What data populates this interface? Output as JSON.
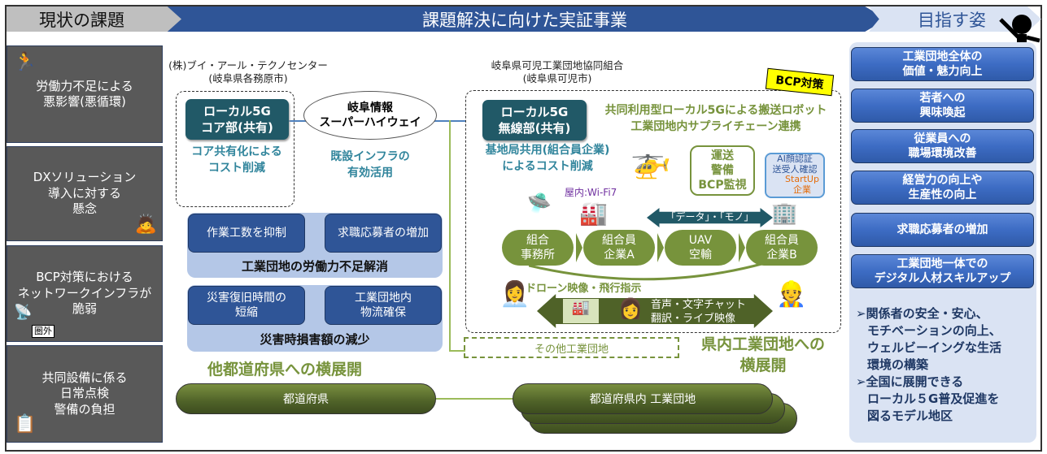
{
  "header": {
    "current_issues": "現状の課題",
    "demo_project": "課題解決に向けた実証事業",
    "goal": "目指す姿"
  },
  "issues": [
    {
      "lines": [
        "労働力不足による",
        "悪影響(悪循環)"
      ],
      "icon": "running-worker-icon"
    },
    {
      "lines": [
        "DXソリューション",
        "導入に対する",
        "懸念"
      ],
      "icon": "frustrated-desk-worker-icon"
    },
    {
      "lines": [
        "BCP対策における",
        "ネットワークインフラが",
        "脆弱"
      ],
      "icon": "antenna-out-of-range-icon",
      "badge": "圏外"
    },
    {
      "lines": [
        "共同設備に係る",
        "日常点検",
        "警備の負担"
      ],
      "icon": "clipboard-worker-icon"
    }
  ],
  "left_org": {
    "name": "(株)ブイ・アール・テクノセンター",
    "location": "(岐阜県各務原市)",
    "core": [
      "ローカル5G",
      "コア部(共有)"
    ],
    "core_note": [
      "コア共有化による",
      "コスト削減"
    ]
  },
  "highway": {
    "name": [
      "岐阜情報",
      "スーパーハイウェイ"
    ],
    "note": [
      "既設インフラの",
      "有効活用"
    ]
  },
  "labor_panel": {
    "boxes": [
      "作業工数を抑制",
      "求職応募者の増加"
    ],
    "label": "工業団地の労働力不足解消"
  },
  "disaster_panel": {
    "boxes": [
      [
        "災害復旧時間の",
        "短縮"
      ],
      [
        "工業団地内",
        "物流確保"
      ]
    ],
    "label": "災害時損害額の減少"
  },
  "right_org": {
    "name": "岐阜県可児工業団地協同組合",
    "location": "(岐阜県可児市)",
    "radio": [
      "ローカル5G",
      "無線部(共有)"
    ],
    "radio_note": [
      "基地局共用(組合員企業)",
      "によるコスト削減"
    ],
    "headline": [
      "共同利用型ローカル5Gによる搬送ロボット",
      "工業団地内サプライチェーン連携"
    ],
    "bcp_badge": "BCP対策",
    "bubble": [
      "運送",
      "警備",
      "BCP監視"
    ],
    "ai_box": [
      "AI顔認証",
      "送受人確認",
      "StartUp",
      "企業"
    ],
    "wifi": "屋内:Wi-Fi7",
    "data_arrow": "「データ」・「モノ」",
    "flow": [
      [
        "組合",
        "事務所"
      ],
      [
        "組合員",
        "企業A"
      ],
      [
        "UAV",
        "空輸"
      ],
      [
        "組合員",
        "企業B"
      ]
    ],
    "drone_label": "ドローン映像・飛行指示",
    "comm": [
      "音声・文字チャット",
      "翻訳・ライブ映像"
    ]
  },
  "expansion": {
    "other_estates": "その他工業団地",
    "in_pref": [
      "県内工業団地への",
      "横展開"
    ],
    "other_pref": "他都道府県への横展開",
    "pill_pref": "都道府県",
    "pill_estates": "都道府県内 工業団地"
  },
  "goals": [
    [
      "工業団地全体の",
      "価値・魅力向上"
    ],
    [
      "若者への",
      "興味喚起"
    ],
    [
      "従業員への",
      "職場環境改善"
    ],
    [
      "経営力の向上や",
      "生産性の向上"
    ],
    [
      "求職応募者の増加"
    ],
    [
      "工業団地一体での",
      "デジタル人材スキルアップ"
    ]
  ],
  "bullets": [
    [
      "➢関係者の安全・安心、",
      "モチベーションの向上、",
      "ウェルビーイングな生活",
      "環境の構築"
    ],
    [
      "➢全国に展開できる",
      "ローカル５G普及促進を",
      "図るモデル地区"
    ]
  ],
  "colors": {
    "header_blue": "#2f5597",
    "teal": "#215967",
    "green": "#77933c",
    "olive": "#4f6228",
    "goal_blue": "#3d6cc4"
  }
}
